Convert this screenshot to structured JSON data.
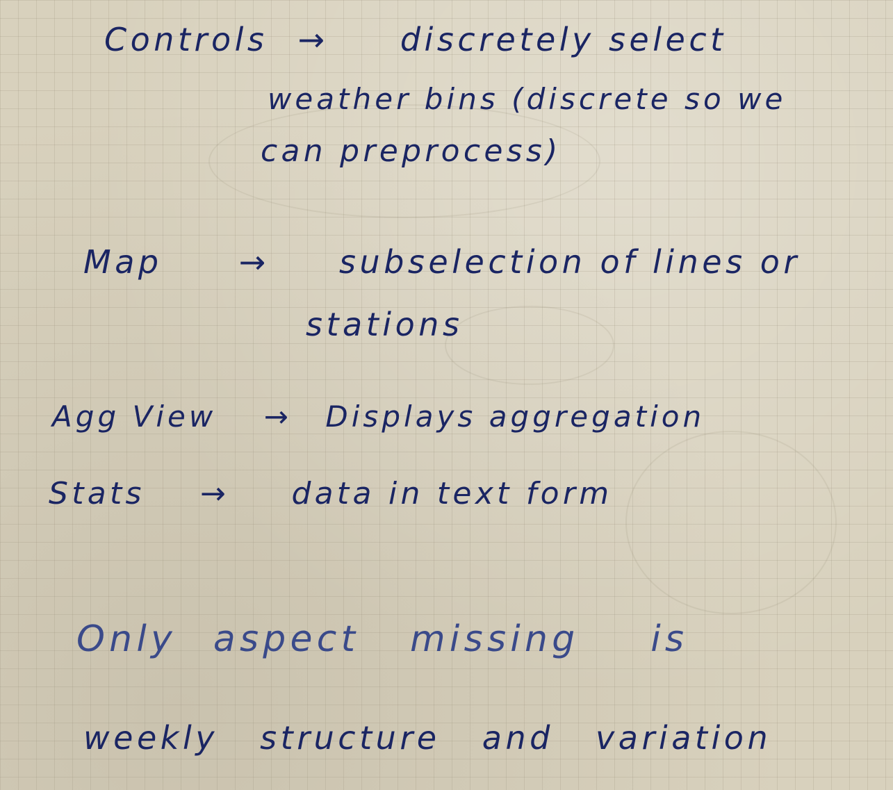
{
  "notes": {
    "controls": {
      "label": "Controls",
      "arrow": "→",
      "line1": "discretely select",
      "line2": "weather bins (discrete so we",
      "line3": "can preprocess)"
    },
    "map": {
      "label": "Map",
      "arrow": "→",
      "line1": "subselection of lines or",
      "line2": "stations"
    },
    "agg_view": {
      "label": "Agg View",
      "arrow": "→",
      "text": "Displays aggregation"
    },
    "stats": {
      "label": "Stats",
      "arrow": "→",
      "text": "data in text form"
    },
    "conclusion": {
      "line1a": "Only",
      "line1b": "aspect",
      "line1c": "missing",
      "line1d": "is",
      "line2a": "weekly",
      "line2b": "structure",
      "line2c": "and",
      "line2d": "variation"
    }
  }
}
